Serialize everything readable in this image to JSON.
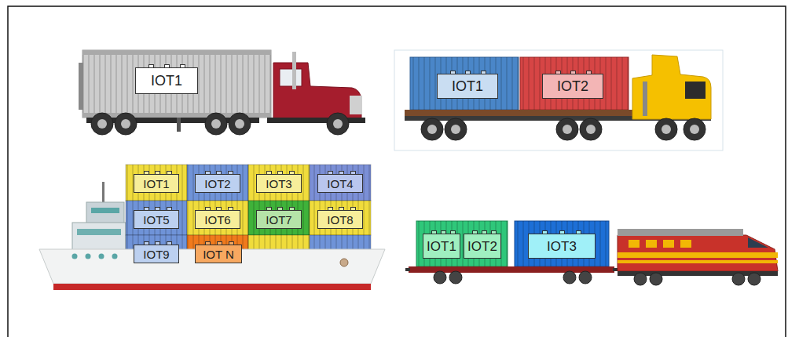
{
  "diagram": {
    "nodes": [
      {
        "text": [
          "IOT1"
        ]
      },
      {
        "text": [
          "IOT1"
        ]
      },
      {
        "text": [
          "IOT2"
        ]
      },
      {
        "text": [
          "IOT1"
        ]
      },
      {
        "text": [
          "IOT2"
        ]
      },
      {
        "text": [
          "IOT3"
        ]
      },
      {
        "text": [
          "IOT4"
        ]
      },
      {
        "text": [
          "IOT5"
        ]
      },
      {
        "text": [
          "IOT6"
        ]
      },
      {
        "text": [
          "IOT7"
        ]
      },
      {
        "text": [
          "IOT8"
        ]
      },
      {
        "text": [
          "IOT9"
        ]
      },
      {
        "text": [
          "IOT N"
        ]
      },
      {
        "text": [
          "IOT1"
        ]
      },
      {
        "text": [
          "IOT2"
        ]
      },
      {
        "text": [
          "IOT3"
        ]
      }
    ]
  }
}
